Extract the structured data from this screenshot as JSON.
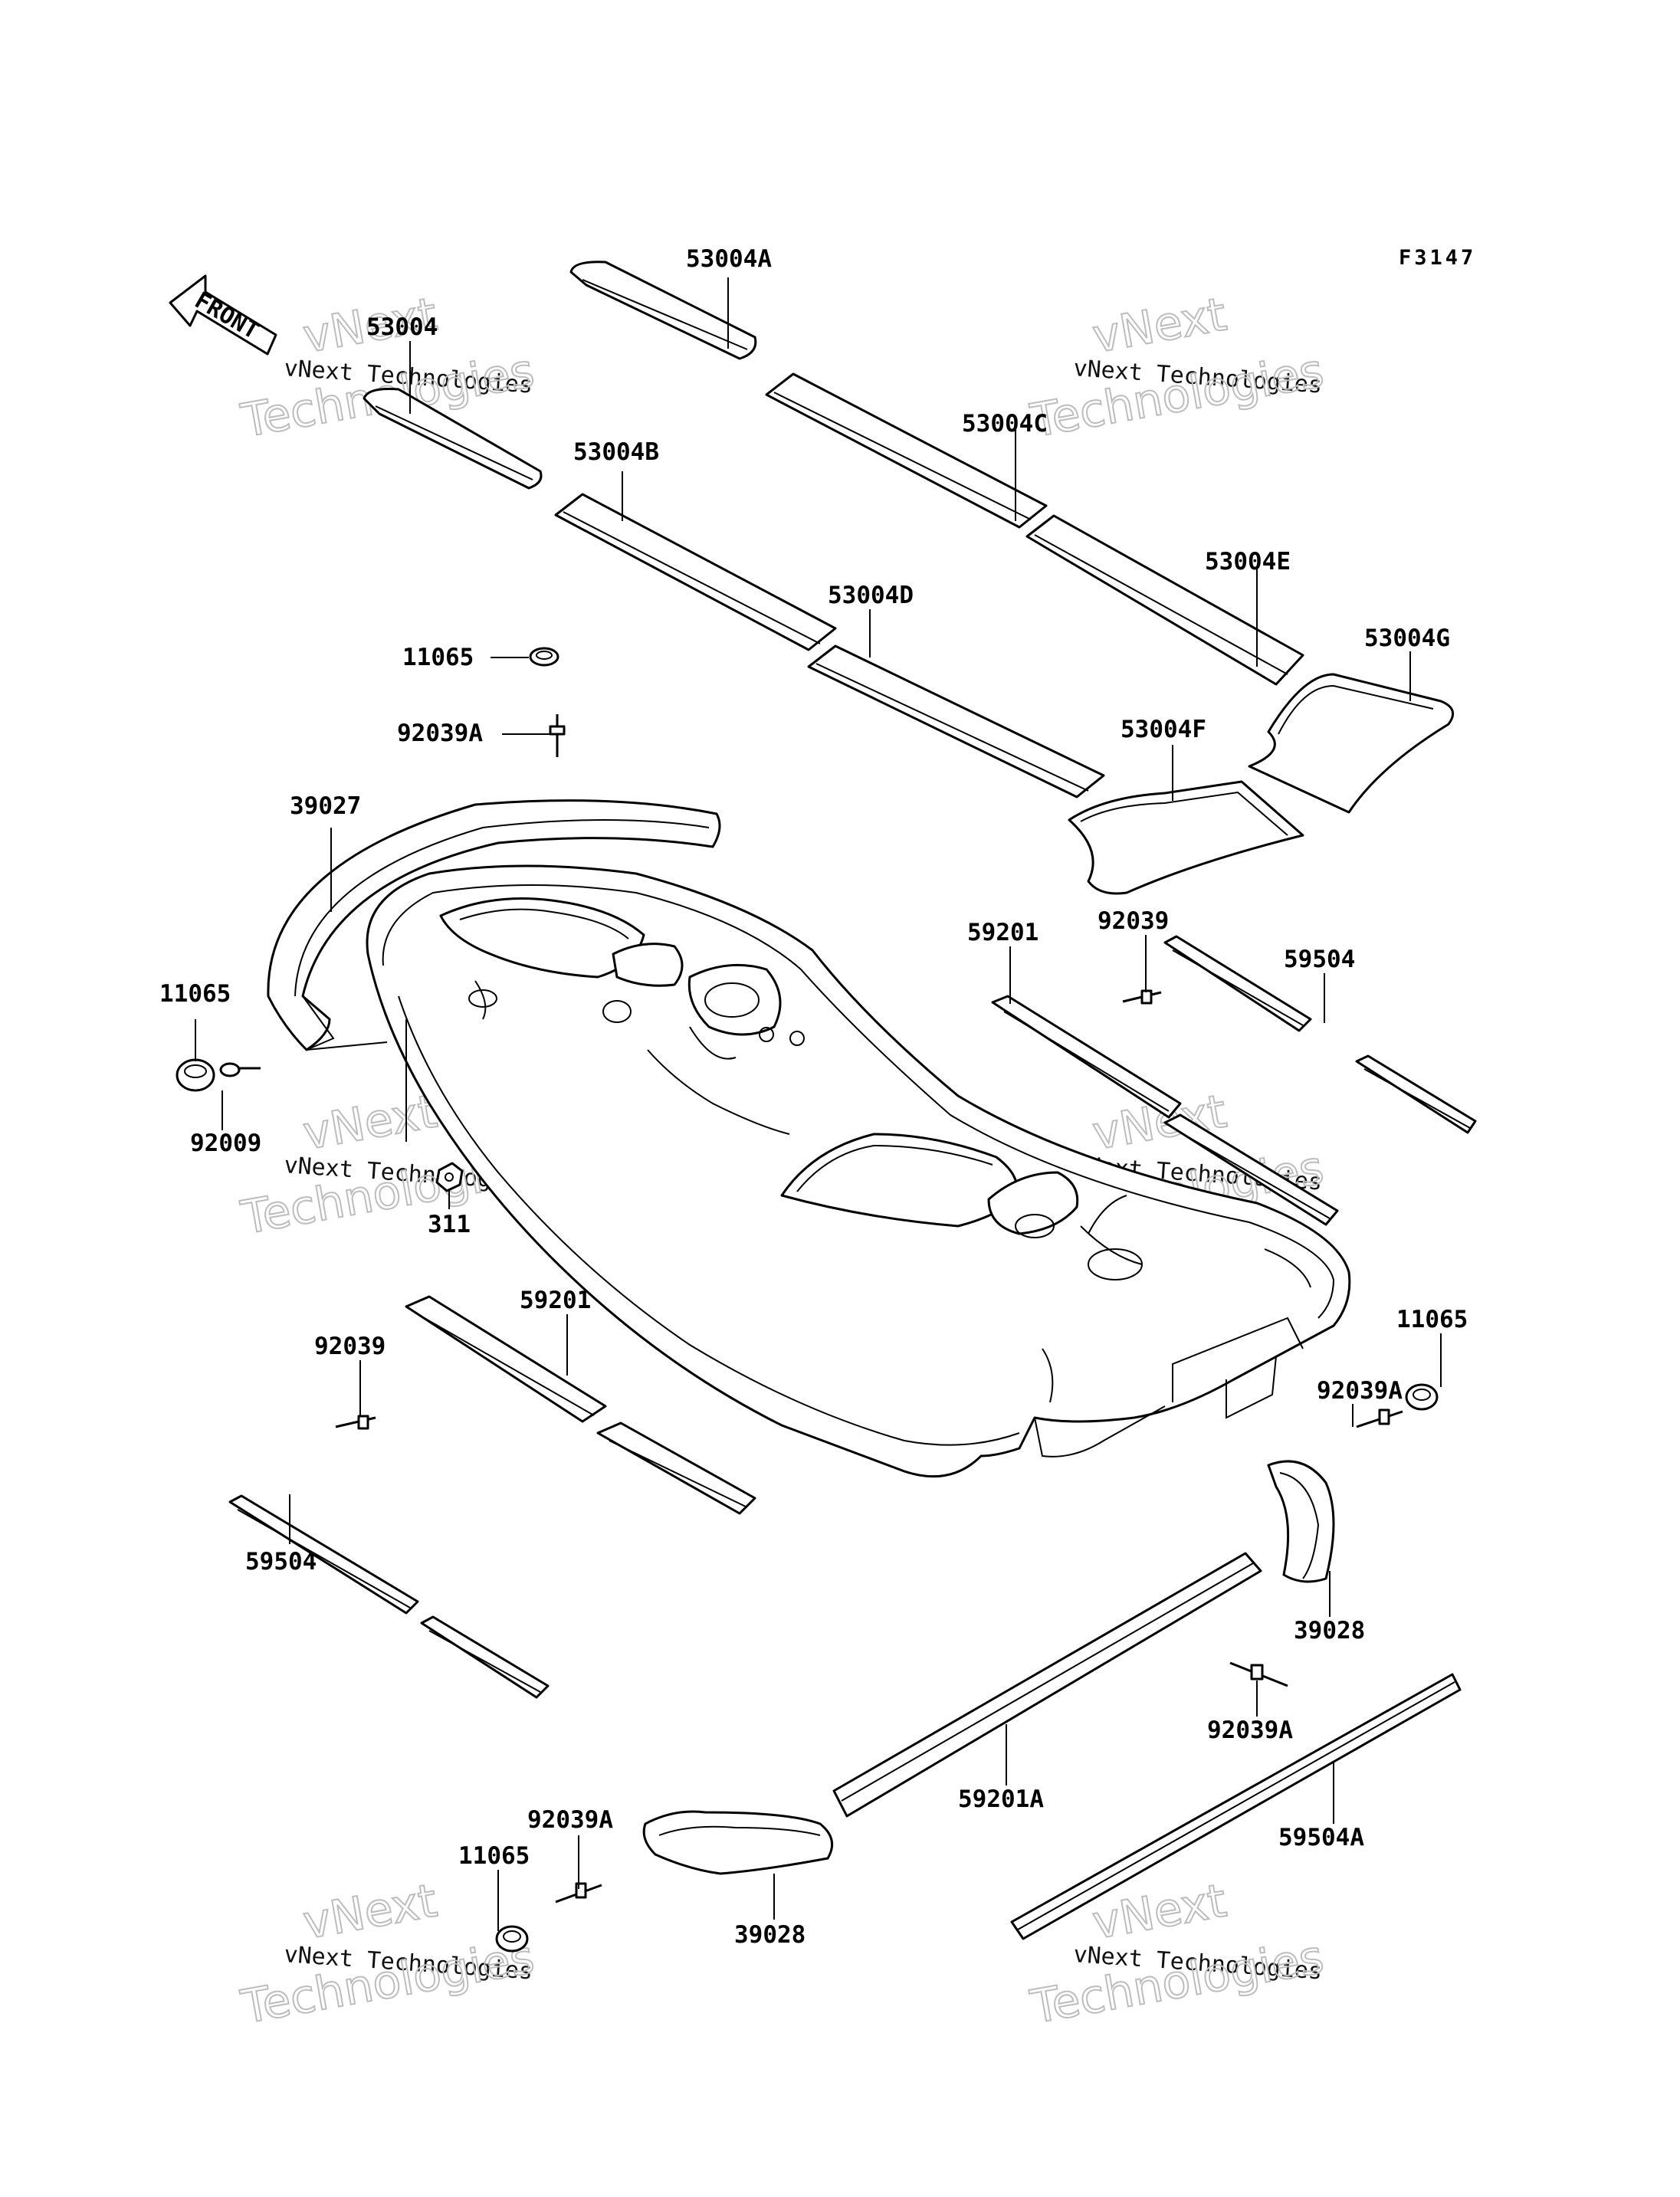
{
  "diagram": {
    "code": "F3147",
    "front_arrow_label": "FRONT"
  },
  "parts": [
    {
      "id": "mat_top_a",
      "label": "53004A"
    },
    {
      "id": "mat_front",
      "label": "53004"
    },
    {
      "id": "mat_b",
      "label": "53004B"
    },
    {
      "id": "mat_c",
      "label": "53004C"
    },
    {
      "id": "mat_d",
      "label": "53004D"
    },
    {
      "id": "mat_e",
      "label": "53004E"
    },
    {
      "id": "mat_g",
      "label": "53004G"
    },
    {
      "id": "mat_f",
      "label": "53004F"
    },
    {
      "id": "cap_top",
      "label": "11065"
    },
    {
      "id": "rivet_top",
      "label": "92039A"
    },
    {
      "id": "bumper_front",
      "label": "39027"
    },
    {
      "id": "cap_left",
      "label": "11065"
    },
    {
      "id": "screw_left",
      "label": "92009"
    },
    {
      "id": "nut_left",
      "label": "311"
    },
    {
      "id": "rail_r_59201",
      "label": "59201"
    },
    {
      "id": "rivet_r_92039",
      "label": "92039"
    },
    {
      "id": "guard_r_59504",
      "label": "59504"
    },
    {
      "id": "rail_l_59201",
      "label": "59201"
    },
    {
      "id": "rivet_l_92039",
      "label": "92039"
    },
    {
      "id": "guard_l_59504",
      "label": "59504"
    },
    {
      "id": "cap_rear_r",
      "label": "11065"
    },
    {
      "id": "rivet_rear_r",
      "label": "92039A"
    },
    {
      "id": "bumper_rear_r",
      "label": "39028"
    },
    {
      "id": "rivet_mid_r",
      "label": "92039A"
    },
    {
      "id": "rail_59201a",
      "label": "59201A"
    },
    {
      "id": "guard_59504a",
      "label": "59504A"
    },
    {
      "id": "rivet_rear_l",
      "label": "92039A"
    },
    {
      "id": "cap_rear_l",
      "label": "11065"
    },
    {
      "id": "bumper_rear_l",
      "label": "39028"
    }
  ],
  "watermark": {
    "line1": "vNext",
    "line2": "vNext Technologies",
    "line3": "Technologies"
  }
}
